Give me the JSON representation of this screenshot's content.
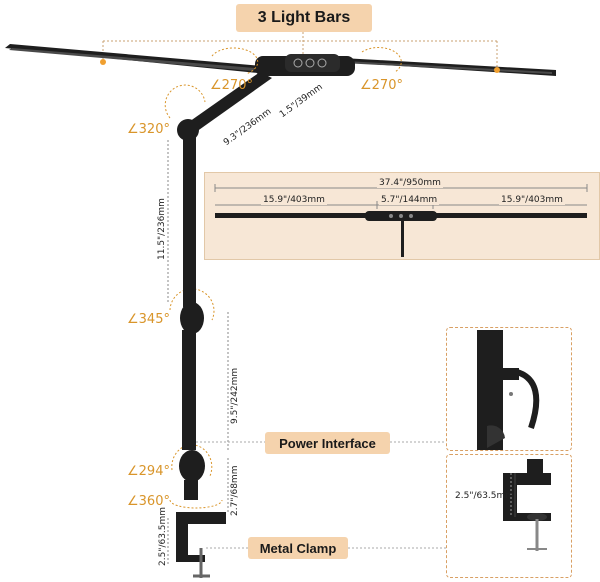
{
  "title": "3 Light Bars",
  "angles": {
    "left_bar": "∠270°",
    "right_bar": "∠270°",
    "elbow": "∠320°",
    "middle_joint": "∠345°",
    "lower_joint": "∠294°",
    "base_rotation": "∠360°"
  },
  "dimensions": {
    "upper_arm": "9.3\"/236mm",
    "short_arm": "1.5\"/39mm",
    "vertical_upper": "11.5\"/236mm",
    "vertical_lower": "9.5\"/242mm",
    "clamp_height": "2.7\"/68mm",
    "clamp_opening": "2.5\"/63.5mm"
  },
  "bar_panel": {
    "total": "37.4\"/950mm",
    "left": "15.9\"/403mm",
    "center": "5.7\"/144mm",
    "right": "15.9\"/403mm"
  },
  "callouts": {
    "power": "Power Interface",
    "clamp": "Metal Clamp"
  },
  "clamp_detail": {
    "opening": "2.5\"/63.5mm"
  },
  "colors": {
    "accent": "#d9952a",
    "badge": "#f5d3ad",
    "lamp": "#1e1e1e"
  }
}
